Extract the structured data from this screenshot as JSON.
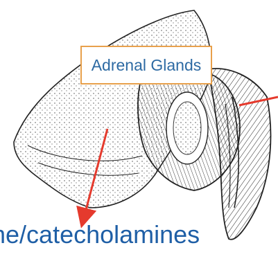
{
  "title": "Adrenal Glands",
  "bottom_label": "ne/catecholamines",
  "colors": {
    "title_border": "#e8a04b",
    "title_text": "#2d6aa3",
    "label_text": "#1f5fa6",
    "arrow": "#e53a2d",
    "ink": "#222222"
  },
  "icons": [
    "adrenal-gland-drawing",
    "pointer-arrow"
  ]
}
